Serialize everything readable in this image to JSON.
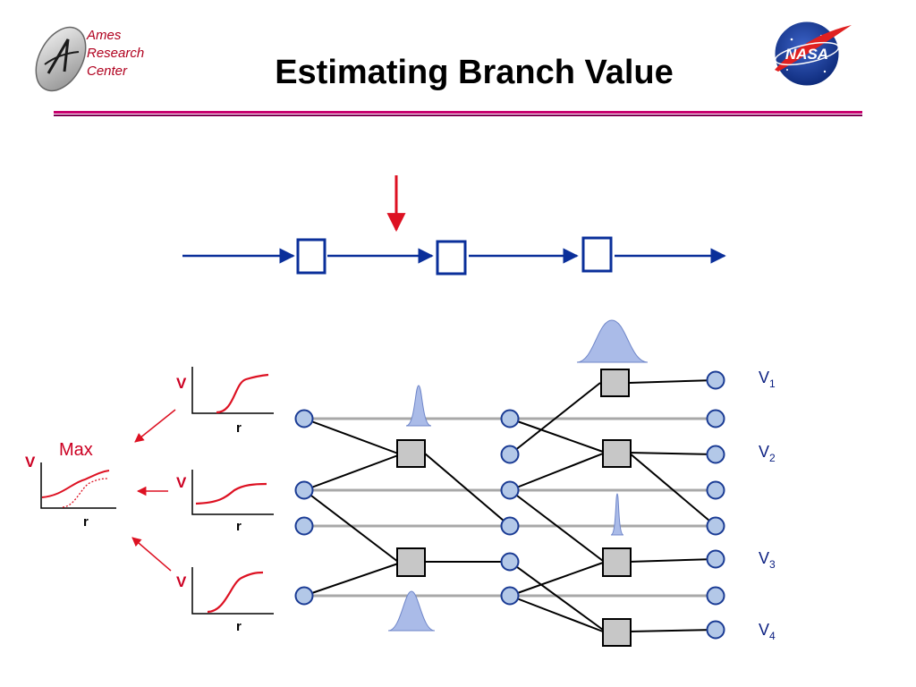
{
  "header": {
    "org_line1": "Ames",
    "org_line2": "Research",
    "org_line3": "Center",
    "title": "Estimating Branch Value",
    "nasa_logo_text": "NASA",
    "divider_colors": [
      "#c8006e",
      "#7a0050"
    ]
  },
  "colors": {
    "flow": "#0a2f9a",
    "node_fill": "#b3c8e8",
    "node_stroke": "#1a3b94",
    "action_fill": "#c7c7c7",
    "edge": "#000000",
    "track": "#a8a8a8",
    "accent": "#dd1122",
    "dist": "#aabbe8"
  },
  "icons": {
    "ames_logo": "ames-logo-icon",
    "nasa_logo": "nasa-logo-icon",
    "flow_arrow": "arrow-right-icon",
    "pointer": "arrow-down-icon"
  },
  "plots": {
    "top": {
      "ylabel": "V",
      "xlabel": "r"
    },
    "middle": {
      "ylabel": "V",
      "xlabel": "r"
    },
    "bottom": {
      "ylabel": "V",
      "xlabel": "r"
    },
    "max": {
      "label": "Max",
      "ylabel": "V",
      "xlabel": "r"
    }
  },
  "values": [
    {
      "name": "V",
      "sub": "1"
    },
    {
      "name": "V",
      "sub": "2"
    },
    {
      "name": "V",
      "sub": "3"
    },
    {
      "name": "V",
      "sub": "4"
    }
  ]
}
